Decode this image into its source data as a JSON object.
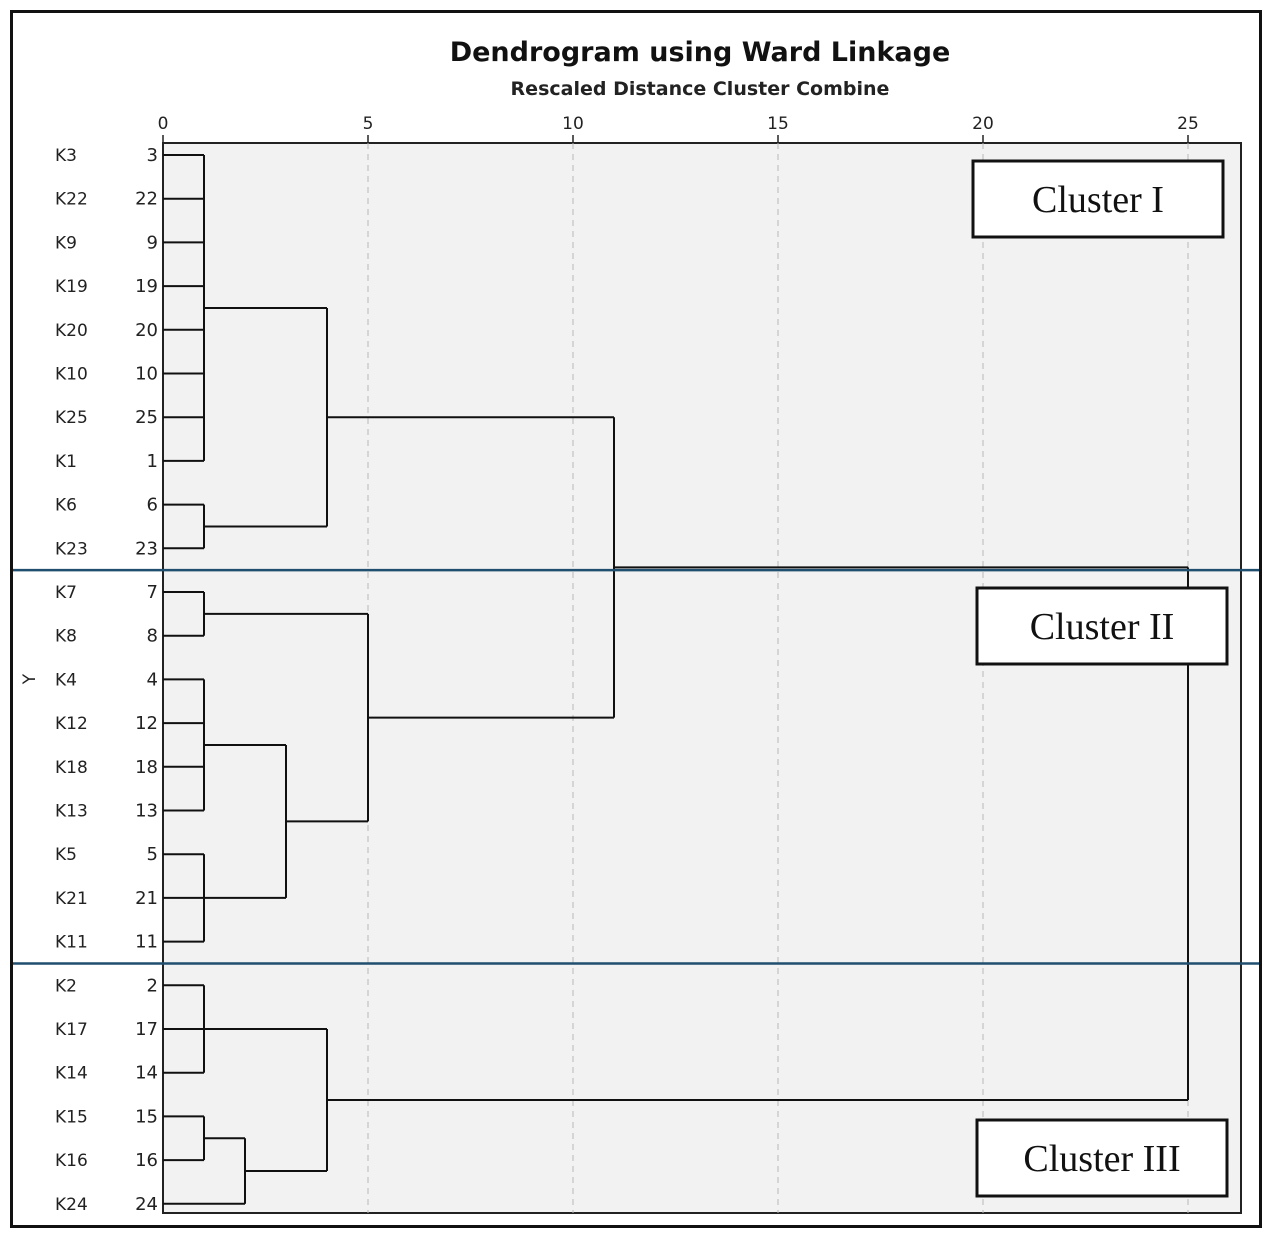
{
  "chart_data": {
    "type": "dendrogram",
    "title": "Dendrogram using Ward Linkage",
    "subtitle": "Rescaled Distance Cluster Combine",
    "ylabel": "Y",
    "xlim": [
      0,
      25
    ],
    "x_ticks": [
      0,
      5,
      10,
      15,
      20,
      25
    ],
    "grid": true,
    "leaves": [
      {
        "label": "K3",
        "id": "3"
      },
      {
        "label": "K22",
        "id": "22"
      },
      {
        "label": "K9",
        "id": "9"
      },
      {
        "label": "K19",
        "id": "19"
      },
      {
        "label": "K20",
        "id": "20"
      },
      {
        "label": "K10",
        "id": "10"
      },
      {
        "label": "K25",
        "id": "25"
      },
      {
        "label": "K1",
        "id": "1"
      },
      {
        "label": "K6",
        "id": "6"
      },
      {
        "label": "K23",
        "id": "23"
      },
      {
        "label": "K7",
        "id": "7"
      },
      {
        "label": "K8",
        "id": "8"
      },
      {
        "label": "K4",
        "id": "4"
      },
      {
        "label": "K12",
        "id": "12"
      },
      {
        "label": "K18",
        "id": "18"
      },
      {
        "label": "K13",
        "id": "13"
      },
      {
        "label": "K5",
        "id": "5"
      },
      {
        "label": "K21",
        "id": "21"
      },
      {
        "label": "K11",
        "id": "11"
      },
      {
        "label": "K2",
        "id": "2"
      },
      {
        "label": "K17",
        "id": "17"
      },
      {
        "label": "K14",
        "id": "14"
      },
      {
        "label": "K15",
        "id": "15"
      },
      {
        "label": "K16",
        "id": "16"
      },
      {
        "label": "K24",
        "id": "24"
      }
    ],
    "merges": [
      {
        "name": "A",
        "children": [
          "L0",
          "L1",
          "L2",
          "L3",
          "L4",
          "L5",
          "L6",
          "L7"
        ],
        "height": 1.0
      },
      {
        "name": "B",
        "children": [
          "L8",
          "L9"
        ],
        "height": 1.0
      },
      {
        "name": "C",
        "children": [
          "A",
          "B"
        ],
        "height": 4.0
      },
      {
        "name": "D",
        "children": [
          "L10",
          "L11"
        ],
        "height": 1.0
      },
      {
        "name": "E",
        "children": [
          "L12",
          "L13",
          "L14",
          "L15"
        ],
        "height": 1.0
      },
      {
        "name": "F",
        "children": [
          "L16",
          "L17",
          "L18"
        ],
        "height": 1.0
      },
      {
        "name": "G",
        "children": [
          "E",
          "F"
        ],
        "height": 3.0
      },
      {
        "name": "H",
        "children": [
          "D",
          "G"
        ],
        "height": 5.0
      },
      {
        "name": "I",
        "children": [
          "C",
          "H"
        ],
        "height": 11.0
      },
      {
        "name": "J",
        "children": [
          "L19",
          "L20",
          "L21"
        ],
        "height": 1.0
      },
      {
        "name": "K",
        "children": [
          "L22",
          "L23"
        ],
        "height": 1.0
      },
      {
        "name": "L",
        "children": [
          "K",
          "L24"
        ],
        "height": 2.0
      },
      {
        "name": "M",
        "children": [
          "J",
          "L"
        ],
        "height": 4.0
      },
      {
        "name": "N",
        "children": [
          "I",
          "M"
        ],
        "height": 25.0
      }
    ],
    "annotations": [
      {
        "text": "Cluster  I",
        "after_leaf": null
      },
      {
        "text": "Cluster  II",
        "after_leaf": 9
      },
      {
        "text": "Cluster  III",
        "after_leaf": 18
      }
    ],
    "separator_color": "#1f4e6e"
  }
}
